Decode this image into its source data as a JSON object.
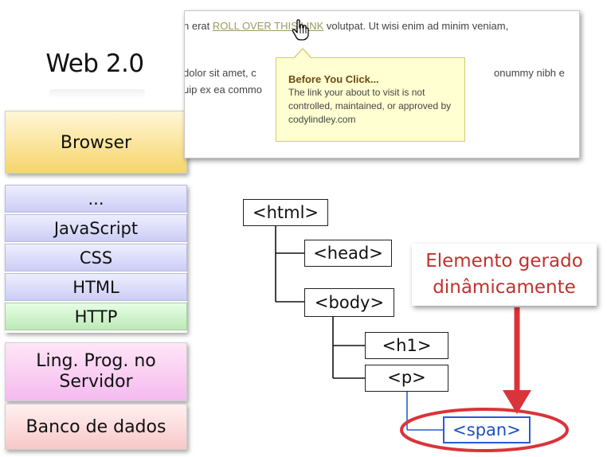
{
  "title": "Web 2.0",
  "stack": {
    "browser": "Browser",
    "layers": [
      "...",
      "JavaScript",
      "CSS",
      "HTML",
      "HTTP"
    ],
    "server_lang": [
      "Ling. Prog. no",
      "Servidor"
    ],
    "database": "Banco de dados"
  },
  "screenshot": {
    "line1_before": "n erat ",
    "line1_link": "ROLL OVER THIS LINK",
    "line1_after": " volutpat. Ut wisi enim ad minim veniam,",
    "line2_left": "dolor sit amet, c",
    "line2_right": "onummy nibh e",
    "line3_left": "uip ex ea commo",
    "tooltip_title": "Before You Click...",
    "tooltip_body": [
      "The link your about to visit is not",
      "controlled, maintained, or approved by",
      "codylindley.com"
    ]
  },
  "tree": {
    "html": "<html>",
    "head": "<head>",
    "body": "<body>",
    "h1": "<h1>",
    "p": "<p>",
    "span": "<span>"
  },
  "callout": [
    "Elemento gerado",
    "dinâmicamente"
  ],
  "colors": {
    "callout_text": "#c0322e",
    "annotation_red": "#d9343a",
    "span_blue": "#2a5bd6"
  }
}
